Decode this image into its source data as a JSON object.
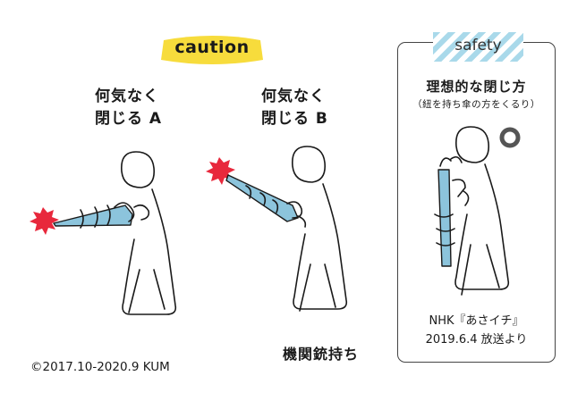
{
  "caution": {
    "label": "caution",
    "color": "#f7dc3c"
  },
  "scene_a": {
    "line1": "何気なく",
    "line2": "閉じる A"
  },
  "scene_b": {
    "line1": "何気なく",
    "line2": "閉じる B",
    "caption": "機関銃持ち"
  },
  "safety": {
    "tag": "safety",
    "tape_color": "#a9d9ea",
    "title": "理想的な閉じ方",
    "subtitle": "（紐を持ち傘の方をくるり）",
    "mark": "O",
    "source_line1": "NHK『あさイチ』",
    "source_line2": "2019.6.4 放送より"
  },
  "colors": {
    "umbrella": "#8cc4dc",
    "danger_burst": "#e8283c",
    "ok_mark": "#555555"
  },
  "copyright": "©2017.10-2020.9 KUM"
}
